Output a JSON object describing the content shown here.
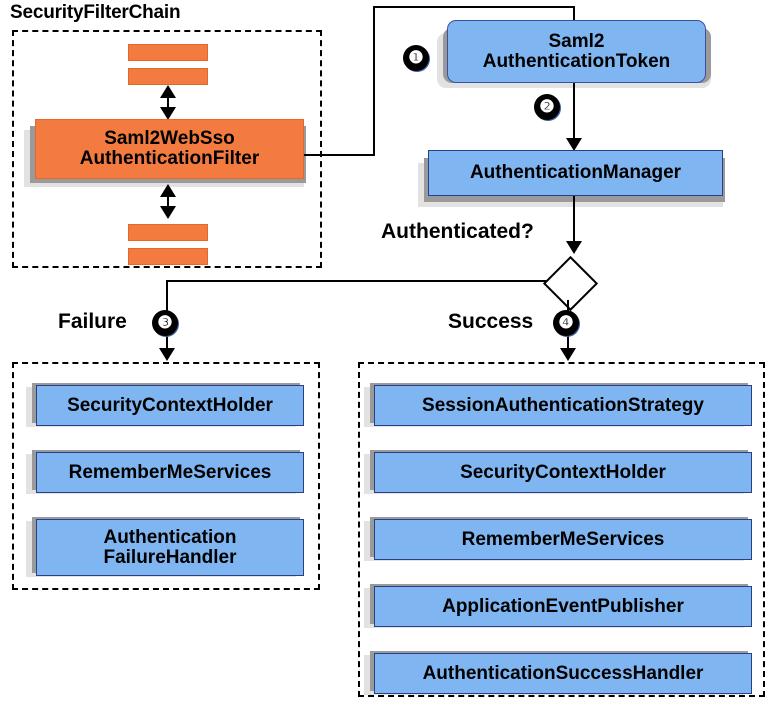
{
  "diagram": {
    "title_group_filterchain": "SecurityFilterChain",
    "decision_label": "Authenticated?",
    "branch_failure_label": "Failure",
    "branch_success_label": "Success"
  },
  "colors": {
    "blue_fill": "#7fb6f2",
    "blue_border": "#2a3f86",
    "orange_fill": "#f47b3f",
    "orange_border": "#e2692c",
    "shadow_dark": "#9a9a9a",
    "shadow_light": "#e2e2e2",
    "line": "#000000",
    "badge_bg": "#000000",
    "badge_fg": "#ffffff",
    "background": "#ffffff"
  },
  "badges": {
    "one": "❶",
    "two": "❷",
    "three": "❸",
    "four": "❹"
  },
  "filter_chain": {
    "filter_label": "Saml2WebSso\nAuthenticationFilter",
    "bars_above": 2,
    "bars_below": 2
  },
  "flow": {
    "token_label": "Saml2\nAuthenticationToken",
    "manager_label": "AuthenticationManager"
  },
  "failure_branch": {
    "items": [
      {
        "label": "SecurityContextHolder"
      },
      {
        "label": "RememberMeServices"
      },
      {
        "label": "Authentication\nFailureHandler"
      }
    ]
  },
  "success_branch": {
    "items": [
      {
        "label": "SessionAuthenticationStrategy"
      },
      {
        "label": "SecurityContextHolder"
      },
      {
        "label": "RememberMeServices"
      },
      {
        "label": "ApplicationEventPublisher"
      },
      {
        "label": "AuthenticationSuccessHandler"
      }
    ]
  }
}
